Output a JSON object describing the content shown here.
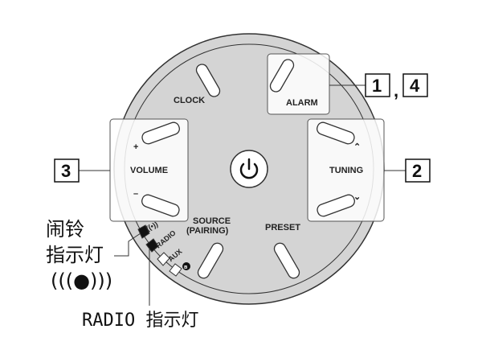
{
  "buttons": {
    "clock": "CLOCK",
    "alarm": "ALARM",
    "volume": "VOLUME",
    "volume_plus": "+",
    "volume_minus": "–",
    "tuning": "TUNING",
    "tuning_up": "⌃",
    "tuning_down": "⌄",
    "source": "SOURCE",
    "pairing": "(PAIRING)",
    "preset": "PRESET"
  },
  "indicators": {
    "alarm_symbol": "((•))",
    "radio": "RADIO",
    "aux": "AUX",
    "bluetooth": "ʙ"
  },
  "callouts": {
    "one": "1",
    "comma": ",",
    "four": "4",
    "two": "2",
    "three": "3"
  },
  "annotations": {
    "alarm_line1": "闹铃",
    "alarm_line2": "指示灯",
    "alarm_symbol": "(((●)))",
    "radio_label": "RADIO 指示灯"
  },
  "colors": {
    "dial": "#d4d4d4",
    "outline": "#333333"
  }
}
